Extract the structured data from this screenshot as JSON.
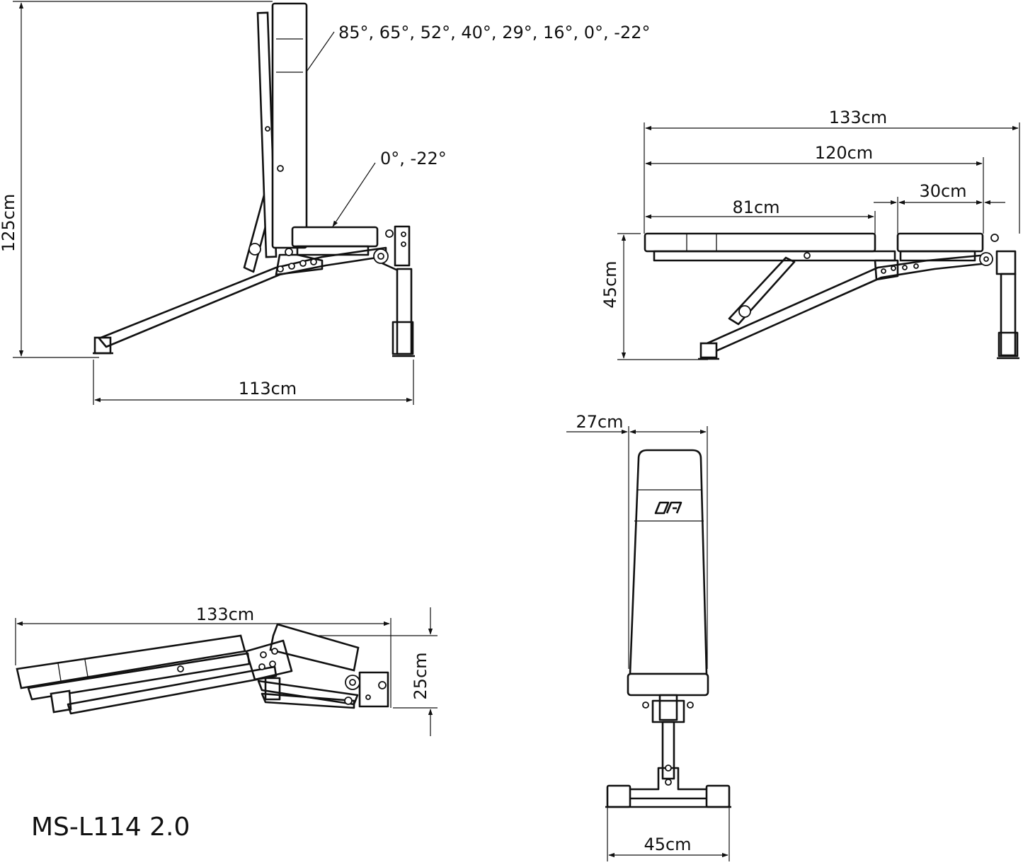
{
  "model": "MS-L114 2.0",
  "views": {
    "side_upright": {
      "height_label": "125cm",
      "length_label": "113cm",
      "back_angles_label": "85°, 65°, 52°, 40°, 29°, 16°, 0°, -22°",
      "seat_angles_label": "0°, -22°"
    },
    "side_flat": {
      "total_length_label": "133cm",
      "pad_length_label": "120cm",
      "back_pad_label": "81cm",
      "seat_pad_label": "30cm",
      "height_label": "45cm"
    },
    "side_decline": {
      "length_label": "133cm",
      "height_label": "25cm"
    },
    "front": {
      "pad_width_label": "27cm",
      "base_width_label": "45cm"
    }
  }
}
